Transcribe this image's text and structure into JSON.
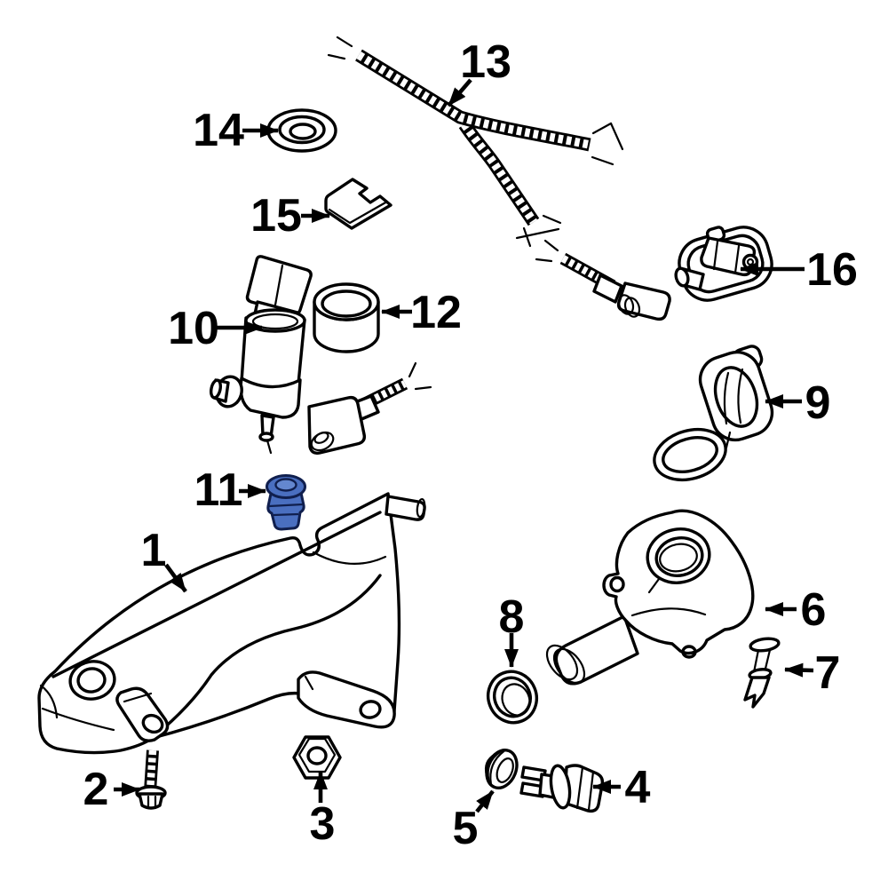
{
  "diagram": {
    "background": "#ffffff",
    "line_color": "#000000",
    "highlight": {
      "part_number": "11",
      "fill": "#4a6fc0",
      "inner_fill": "#6487cf",
      "outline": "#101f4e"
    },
    "callouts": [
      {
        "number": "1"
      },
      {
        "number": "2"
      },
      {
        "number": "3"
      },
      {
        "number": "4"
      },
      {
        "number": "5"
      },
      {
        "number": "6"
      },
      {
        "number": "7"
      },
      {
        "number": "8"
      },
      {
        "number": "9"
      },
      {
        "number": "10"
      },
      {
        "number": "11"
      },
      {
        "number": "12"
      },
      {
        "number": "13"
      },
      {
        "number": "14"
      },
      {
        "number": "15"
      },
      {
        "number": "16"
      }
    ]
  }
}
